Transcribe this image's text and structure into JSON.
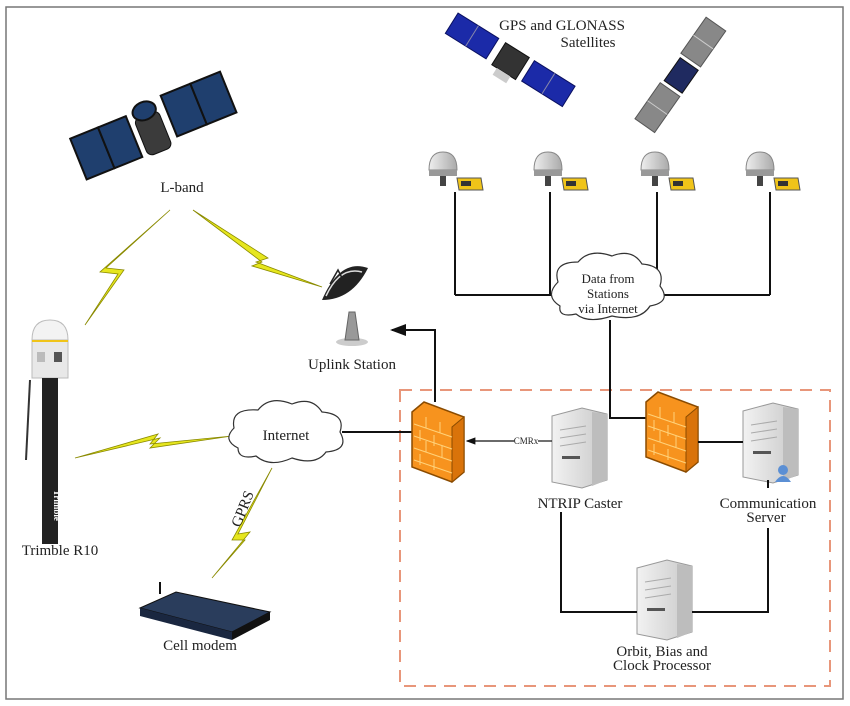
{
  "labels": {
    "gnss_line1": "GPS and GLONASS",
    "gnss_line2": "Satellites",
    "lband": "L-band",
    "uplink": "Uplink Station",
    "data_cloud_line1": "Data from",
    "data_cloud_line2": "Stations",
    "data_cloud_line3": "via Internet",
    "internet": "Internet",
    "gprs": "GPRS",
    "trimble": "Trimble R10",
    "trimble_brand": "Trimble",
    "cell_modem": "Cell modem",
    "cmrx": "CMRx",
    "ntrip": "NTRIP Caster",
    "comm_line1": "Communication",
    "comm_line2": "Server",
    "orbit_line1": "Orbit, Bias and",
    "orbit_line2": "Clock Processor"
  },
  "colors": {
    "firewall": "#f7931e",
    "dashed_box": "#e8967a",
    "solar_panel": "#1f3f6e",
    "lightning": "#e6e61e"
  }
}
